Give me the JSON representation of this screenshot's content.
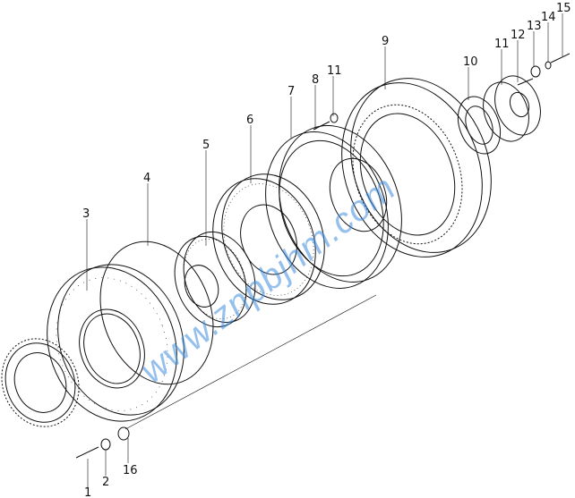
{
  "watermark": "www.znpbjhm.com",
  "colors": {
    "lines": "#111111",
    "watermark": "#3f8ee0",
    "background": "#ffffff"
  },
  "callouts": {
    "p1": "1",
    "p2": "2",
    "p3": "3",
    "p4": "4",
    "p5": "5",
    "p6": "6",
    "p7": "7",
    "p8": "8",
    "p9": "9",
    "p10": "10",
    "p11a": "11",
    "p11b": "11",
    "p12": "12",
    "p13": "13",
    "p14": "14",
    "p15": "15",
    "p16": "16"
  }
}
